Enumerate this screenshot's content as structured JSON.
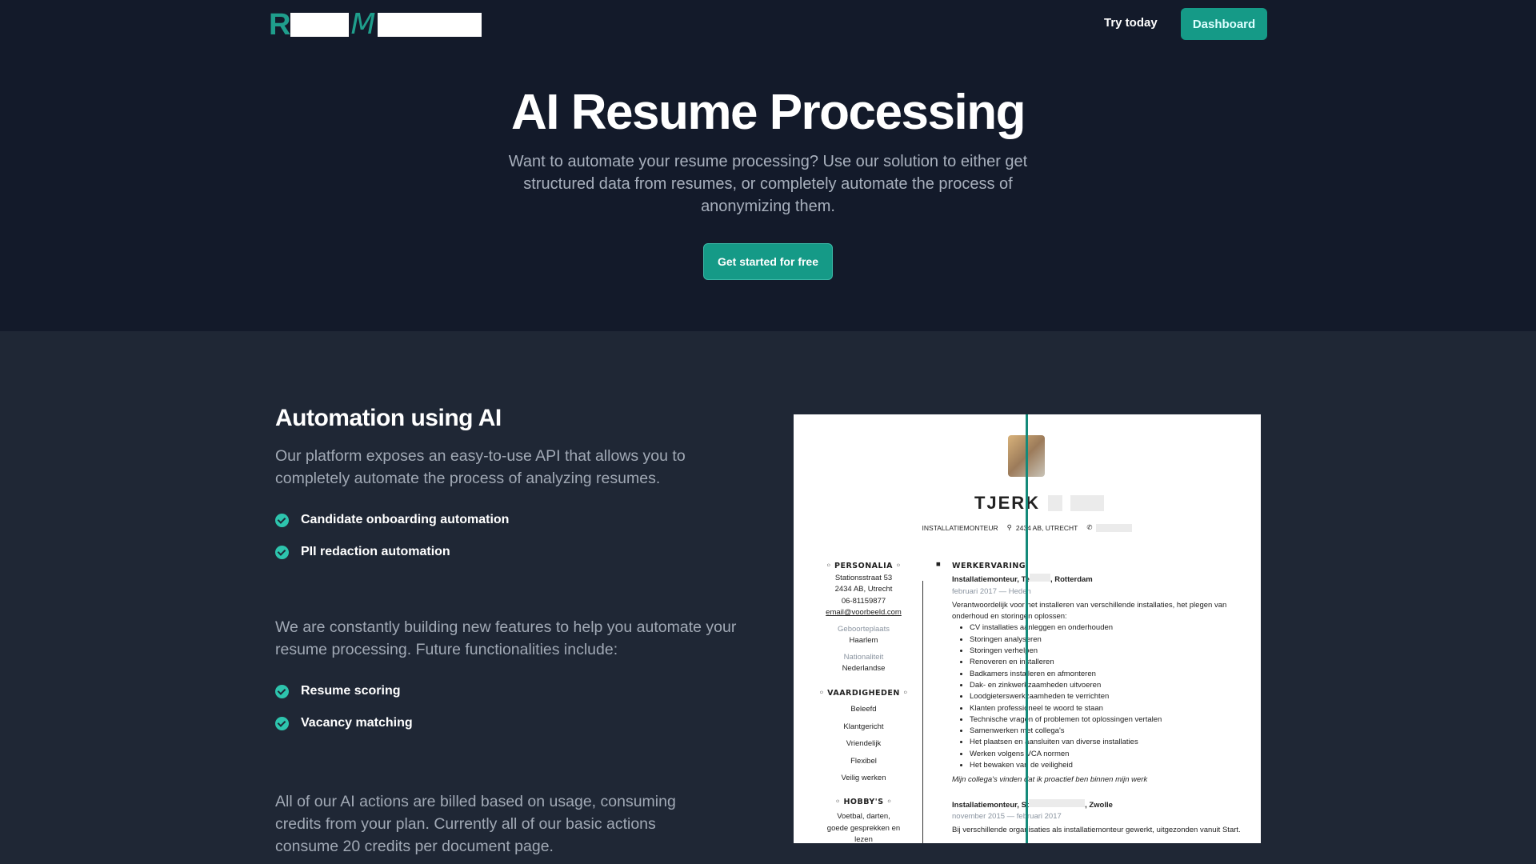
{
  "nav": {
    "logo_letters": [
      "R",
      "M"
    ],
    "try_today": "Try today",
    "dashboard": "Dashboard"
  },
  "hero": {
    "title": "AI Resume Processing",
    "subtitle": "Want to automate your resume processing? Use our solution to either get structured data from resumes, or completely automate the process of anonymizing them.",
    "cta": "Get started for free"
  },
  "automation": {
    "title": "Automation using AI",
    "intro": "Our platform exposes an easy-to-use API that allows you to completely automate the process of analyzing resumes.",
    "features": [
      "Candidate onboarding automation",
      "PII redaction automation"
    ],
    "future_intro": "We are constantly building new features to help you automate your resume processing. Future functionalities include:",
    "future": [
      "Resume scoring",
      "Vacancy matching"
    ],
    "billing": "All of our AI actions are billed based on usage, consuming credits from your plan. Currently all of our basic actions consume 20 credits per document page."
  },
  "resume": {
    "name": "TJERK",
    "role": "INSTALLATIEMONTEUR",
    "location": "2434 AB, UTRECHT",
    "personalia_title": "PERSONALIA",
    "address": [
      "Stationsstraat 53",
      "2434 AB, Utrecht",
      "06-81159877"
    ],
    "email": "email@voorbeeld.com",
    "birthplace_label": "Geboorteplaats",
    "birthplace": "Haarlem",
    "nationality_label": "Nationaliteit",
    "nationality": "Nederlandse",
    "skills_title": "VAARDIGHEDEN",
    "skills": [
      "Beleefd",
      "Klantgericht",
      "Vriendelijk",
      "Flexibel",
      "Veilig werken"
    ],
    "hobbies_title": "HOBBY'S",
    "hobbies": "Voetbal, darten, goede gesprekken en lezen",
    "experience_title": "WERKERVARING",
    "job1": {
      "title": "Installatiemonteur, Te",
      "city": ", Rotterdam",
      "period": "februari 2017 — Heden",
      "desc": "Verantwoordelijk voor het installeren van verschillende installaties, het plegen van onderhoud en storingen oplossen:",
      "tasks": [
        "CV installaties aanleggen en onderhouden",
        "Storingen analyseren",
        "Storingen verhelpen",
        "Renoveren en installeren",
        "Badkamers installeren en afmonteren",
        "Dak- en zinkwerkzaamheden uitvoeren",
        "Loodgieterswerkzaamheden te verrichten",
        "Klanten professioneel te woord te staan",
        "Technische vragen of problemen tot oplossingen vertalen",
        "Samenwerken met collega's",
        "Het plaatsen en aansluiten van diverse installaties",
        "Werken volgens VCA normen",
        "Het bewaken van de veiligheid"
      ],
      "quote": "Mijn collega's vinden dat ik proactief ben binnen mijn werk"
    },
    "job2": {
      "title": "Installatiemonteur, St",
      "city": ", Zwolle",
      "period": "november 2015 — februari 2017",
      "desc": "Bij verschillende organisaties als installatiemonteur gewerkt, uitgezonden vanuit Start."
    }
  },
  "colors": {
    "accent": "#159a87",
    "hero_bg": "#131a2a",
    "section_bg": "#1f2735"
  }
}
